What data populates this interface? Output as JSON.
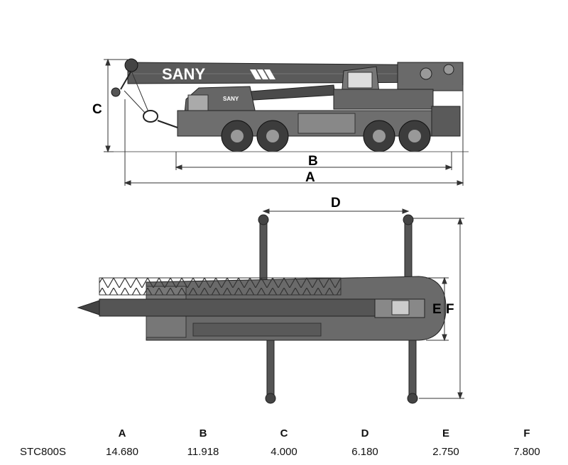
{
  "brand": "SANY",
  "dimension_labels": {
    "A": "A",
    "B": "B",
    "C": "C",
    "D": "D",
    "E": "E",
    "F": "F"
  },
  "spec_table": {
    "headers": [
      "A",
      "B",
      "C",
      "D",
      "E",
      "F"
    ],
    "model": "STC800S",
    "values": [
      "14.680",
      "11.918",
      "4.000",
      "6.180",
      "2.750",
      "7.800"
    ]
  }
}
